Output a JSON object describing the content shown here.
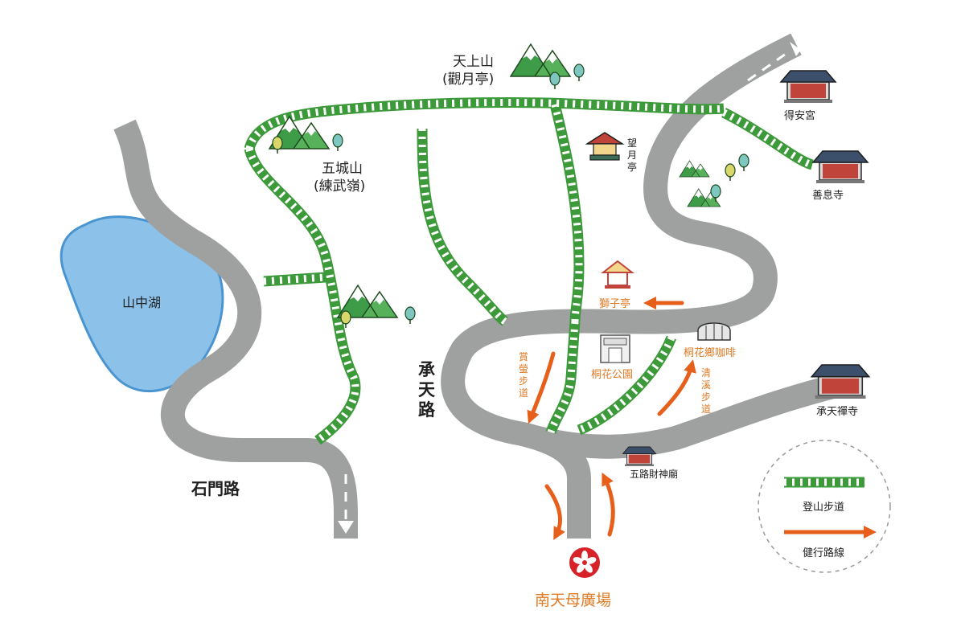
{
  "roads": {
    "shimen": "石門路",
    "chengtian": [
      "承",
      "天",
      "路"
    ]
  },
  "water": {
    "lake": "山中湖"
  },
  "mountains": {
    "tianshang_line1": "天上山",
    "tianshang_line2": "(觀月亭)",
    "wucheng_line1": "五城山",
    "wucheng_line2": "(練武嶺)"
  },
  "landmarks": {
    "deanmiao": "得安宮",
    "shanxisi": "善息寺",
    "wangyueting": [
      "望",
      "月",
      "亭"
    ],
    "shiziting": "獅子亭",
    "tonghuapark": "桐花公園",
    "tonghuacafe": "桐花鄉咖啡",
    "chengtiantemple": "承天禪寺",
    "wulucaishen": "五路財神廟"
  },
  "trails": {
    "shangying": [
      "賞",
      "螢",
      "步",
      "道"
    ],
    "qingxi": [
      "清",
      "溪",
      "步",
      "道"
    ]
  },
  "start": {
    "name": "南天母廣場"
  },
  "legend": {
    "trail": "登山步道",
    "route": "健行路線"
  },
  "colors": {
    "road": "#9fa0a0",
    "trail_green": "#3d9a3a",
    "lake": "#8cc2ea",
    "lake_edge": "#4a95d0",
    "accent": "#e65f1b",
    "label_orange": "#e07b26",
    "plaza_red": "#d7222a"
  }
}
